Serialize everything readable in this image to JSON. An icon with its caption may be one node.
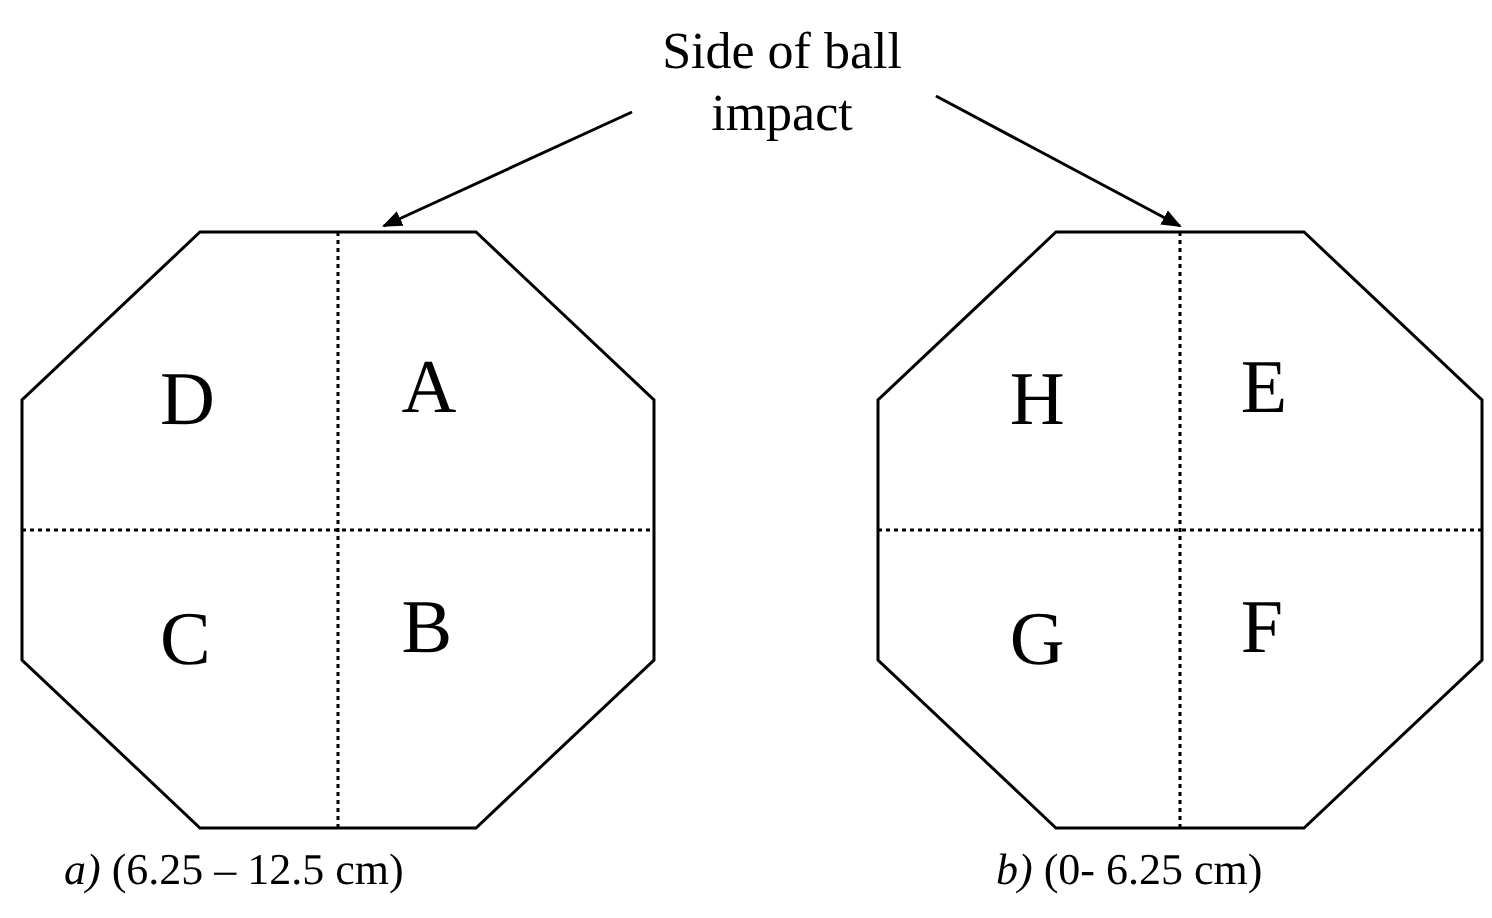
{
  "diagram": {
    "nodes": [
      {
        "text": [
          "Side of ball impact"
        ]
      },
      {
        "text": [
          "D",
          "A",
          "C",
          "B"
        ],
        "beside": [
          "*a)* (6.25 – 12.5 cm)"
        ]
      },
      {
        "text": [
          "H",
          "E",
          "G",
          "F"
        ],
        "beside": [
          "*b)* (0- 6.25 cm)"
        ]
      }
    ],
    "edges": [
      {
        "from": 0,
        "to": 1,
        "arrow": "to"
      },
      {
        "from": 0,
        "to": 2,
        "arrow": "to"
      }
    ]
  }
}
